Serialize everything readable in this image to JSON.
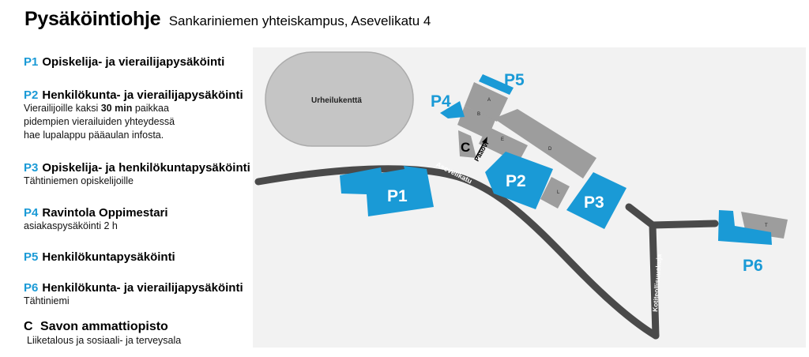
{
  "header": {
    "title": "Pysäköintiohje",
    "subtitle": "Sankariniemen yhteiskampus, Asevelikatu 4"
  },
  "legend": {
    "p1": {
      "code": "P1",
      "label": "Opiskelija- ja vierailijapysäköinti"
    },
    "p2": {
      "code": "P2",
      "label": "Henkilökunta- ja vierailijapysäköinti",
      "desc_pre": "Vierailijoille kaksi ",
      "desc_bold": "30 min",
      "desc_post": " paikkaa",
      "desc_line2": "pidempien vierailuiden yhteydessä",
      "desc_line3": "hae lupalappu pääaulan infosta."
    },
    "p3": {
      "code": "P3",
      "label": "Opiskelija- ja henkilökuntapysäköinti",
      "desc": "Tähtiniemen opiskelijoille"
    },
    "p4": {
      "code": "P4",
      "label": "Ravintola Oppimestari",
      "desc": "asiakaspysäköinti 2 h"
    },
    "p5": {
      "code": "P5",
      "label": "Henkilökuntapysäköinti"
    },
    "p6": {
      "code": "P6",
      "label": "Henkilökunta- ja vierailijapysäköinti",
      "desc": "Tähtiniemi"
    },
    "c": {
      "code": "C",
      "label": "Savon ammattiopisto",
      "desc": "Liiketalous ja sosiaali- ja terveysala"
    }
  },
  "map": {
    "sports_field": "Urheilukenttä",
    "street_main": "Asevelikatu",
    "street_side": "Kotiteollisuuskuja",
    "main_entrance": "Pääovi",
    "c_marker": "C",
    "parking_labels": {
      "p1": "P1",
      "p2": "P2",
      "p3": "P3",
      "p4": "P4",
      "p5": "P5",
      "p6": "P6"
    },
    "building_letters": {
      "a": "A",
      "b": "B",
      "d": "D",
      "e": "E",
      "l": "L",
      "t": "T"
    }
  },
  "colors": {
    "parking_blue": "#1a9ad6",
    "building_gray": "#9d9d9d",
    "road_dark": "#4a4a4a",
    "map_background": "#f2f2f2"
  }
}
